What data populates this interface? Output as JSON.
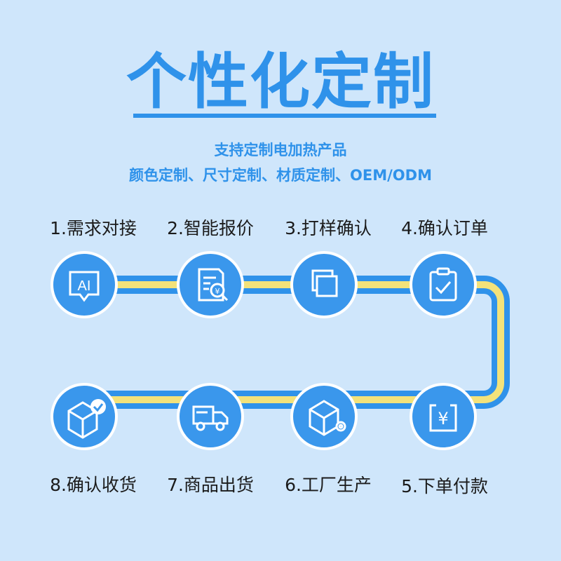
{
  "header": {
    "title": "个性化定制",
    "subtitle_line1": "支持定制电加热产品",
    "subtitle_line2": "颜色定制、尺寸定制、材质定制、OEM/ODM"
  },
  "steps": [
    {
      "label": "1.需求对接",
      "icon": "ai-chat-icon"
    },
    {
      "label": "2.智能报价",
      "icon": "quote-document-icon"
    },
    {
      "label": "3.打样确认",
      "icon": "sample-squares-icon"
    },
    {
      "label": "4.确认订单",
      "icon": "clipboard-check-icon"
    },
    {
      "label": "5.下单付款",
      "icon": "yuan-payment-icon"
    },
    {
      "label": "6.工厂生产",
      "icon": "box-gear-icon"
    },
    {
      "label": "7.商品出货",
      "icon": "truck-icon"
    },
    {
      "label": "8.确认收货",
      "icon": "box-check-icon"
    }
  ],
  "colors": {
    "background": "#cfe6fb",
    "accent": "#2f92ea",
    "circle": "#3a97ec",
    "connector": "#f3e27a"
  }
}
